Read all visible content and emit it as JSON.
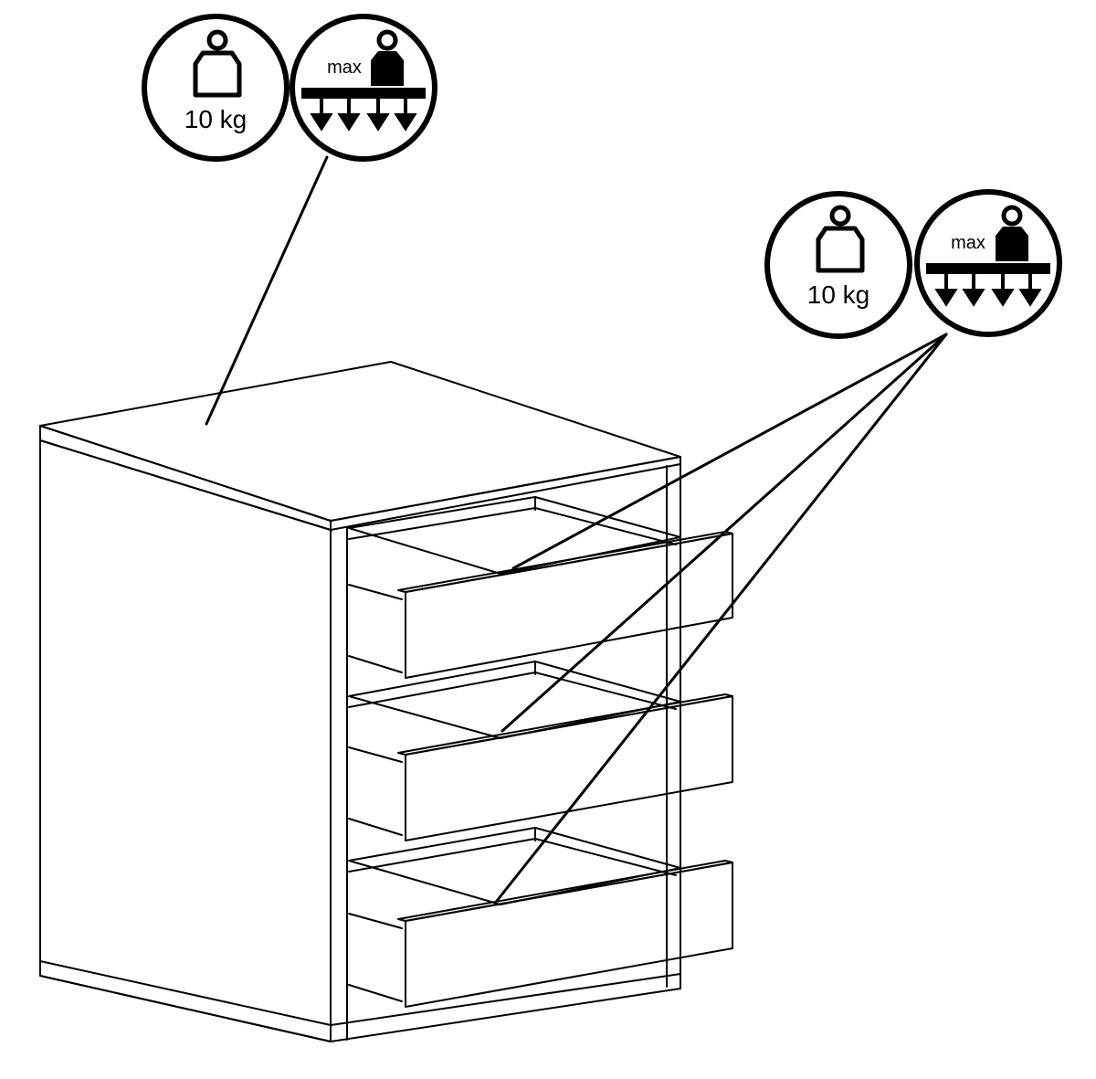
{
  "diagram": {
    "subject": "chest-of-drawers",
    "colors": {
      "ink": "#000000",
      "paper": "#ffffff"
    },
    "callouts": [
      {
        "target": "top-surface",
        "weight_label": "10 kg",
        "max_label": "max",
        "icons": [
          "weight-icon",
          "max-load-icon"
        ]
      },
      {
        "target": "drawers",
        "weight_label": "10 kg",
        "max_label": "max",
        "icons": [
          "weight-icon",
          "max-load-icon"
        ]
      }
    ]
  }
}
